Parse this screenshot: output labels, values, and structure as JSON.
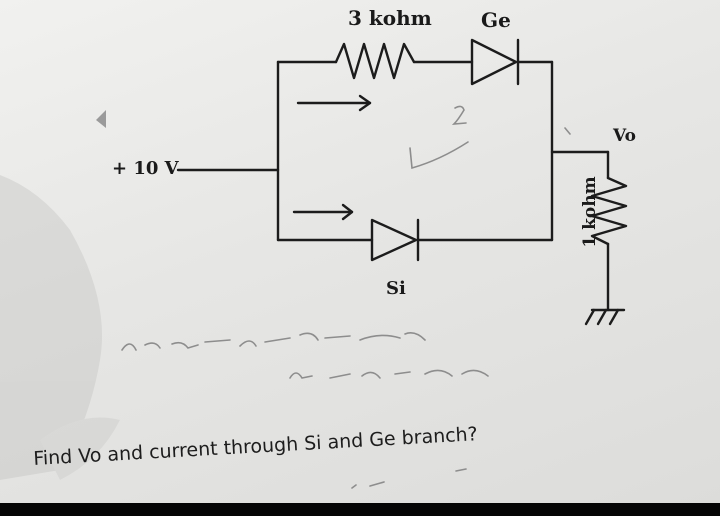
{
  "diagram": {
    "labels": {
      "resistor_top": "3 kohm",
      "diode_ge": "Ge",
      "source": "+ 10 V",
      "diode_si": "Si",
      "output": "Vo",
      "resistor_load": "1 kohm"
    }
  },
  "question": {
    "text": "Find Vo and current through Si and Ge branch?"
  }
}
